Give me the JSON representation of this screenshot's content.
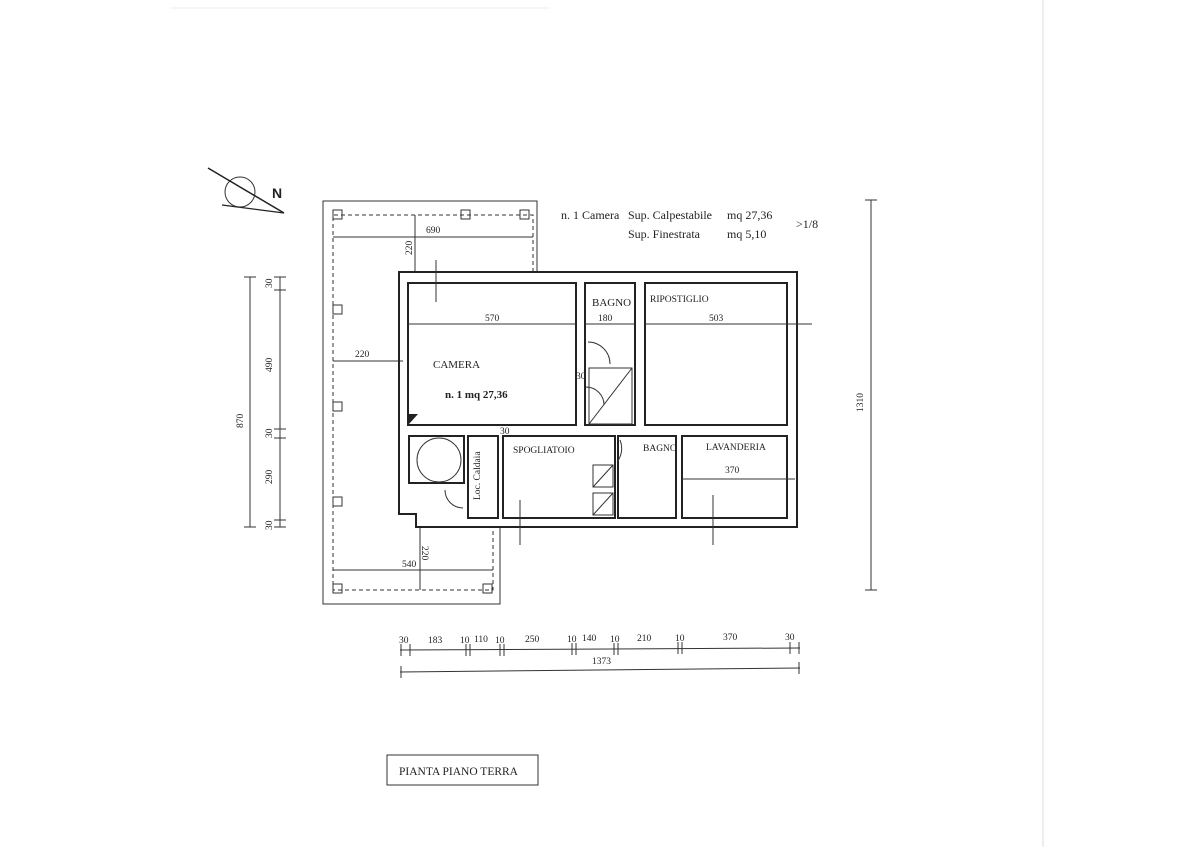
{
  "compass": {
    "label": "N"
  },
  "info": {
    "line1_prefix": "n. 1 Camera",
    "line1_label": "Sup. Calpestabile",
    "line1_value": "mq 27,36",
    "line2_label": "Sup. Finestrata",
    "line2_value": "mq 5,10",
    "ratio": ">1/8"
  },
  "rooms": {
    "camera": "CAMERA",
    "camera_area": "n. 1 mq 27,36",
    "bagno1": "BAGNO",
    "ripostiglio": "RIPOSTIGLIO",
    "spogliatoio": "SPOGLIATOIO",
    "bagno2": "BAGNO",
    "lavanderia": "LAVANDERIA",
    "loc_caldaia": "Loc. Caldaia"
  },
  "dims": {
    "porch_top_width": "690",
    "porch_top_depth": "220",
    "porch_left_width": "220",
    "porch_bottom_width": "540",
    "porch_bottom_depth": "220",
    "camera_width": "570",
    "bagno_width": "180",
    "ripostiglio_width": "503",
    "lavanderia_width": "370",
    "wall_30_a": "30",
    "wall_30_b": "30",
    "left_total": "870",
    "left": [
      "30",
      "490",
      "30",
      "290",
      "30"
    ],
    "right_total": "1310",
    "bottom": [
      "30",
      "183",
      "10",
      "110",
      "10",
      "250",
      "10",
      "140",
      "10",
      "210",
      "10",
      "370",
      "30"
    ],
    "bottom_total": "1373"
  },
  "title": "PIANTA PIANO TERRA"
}
